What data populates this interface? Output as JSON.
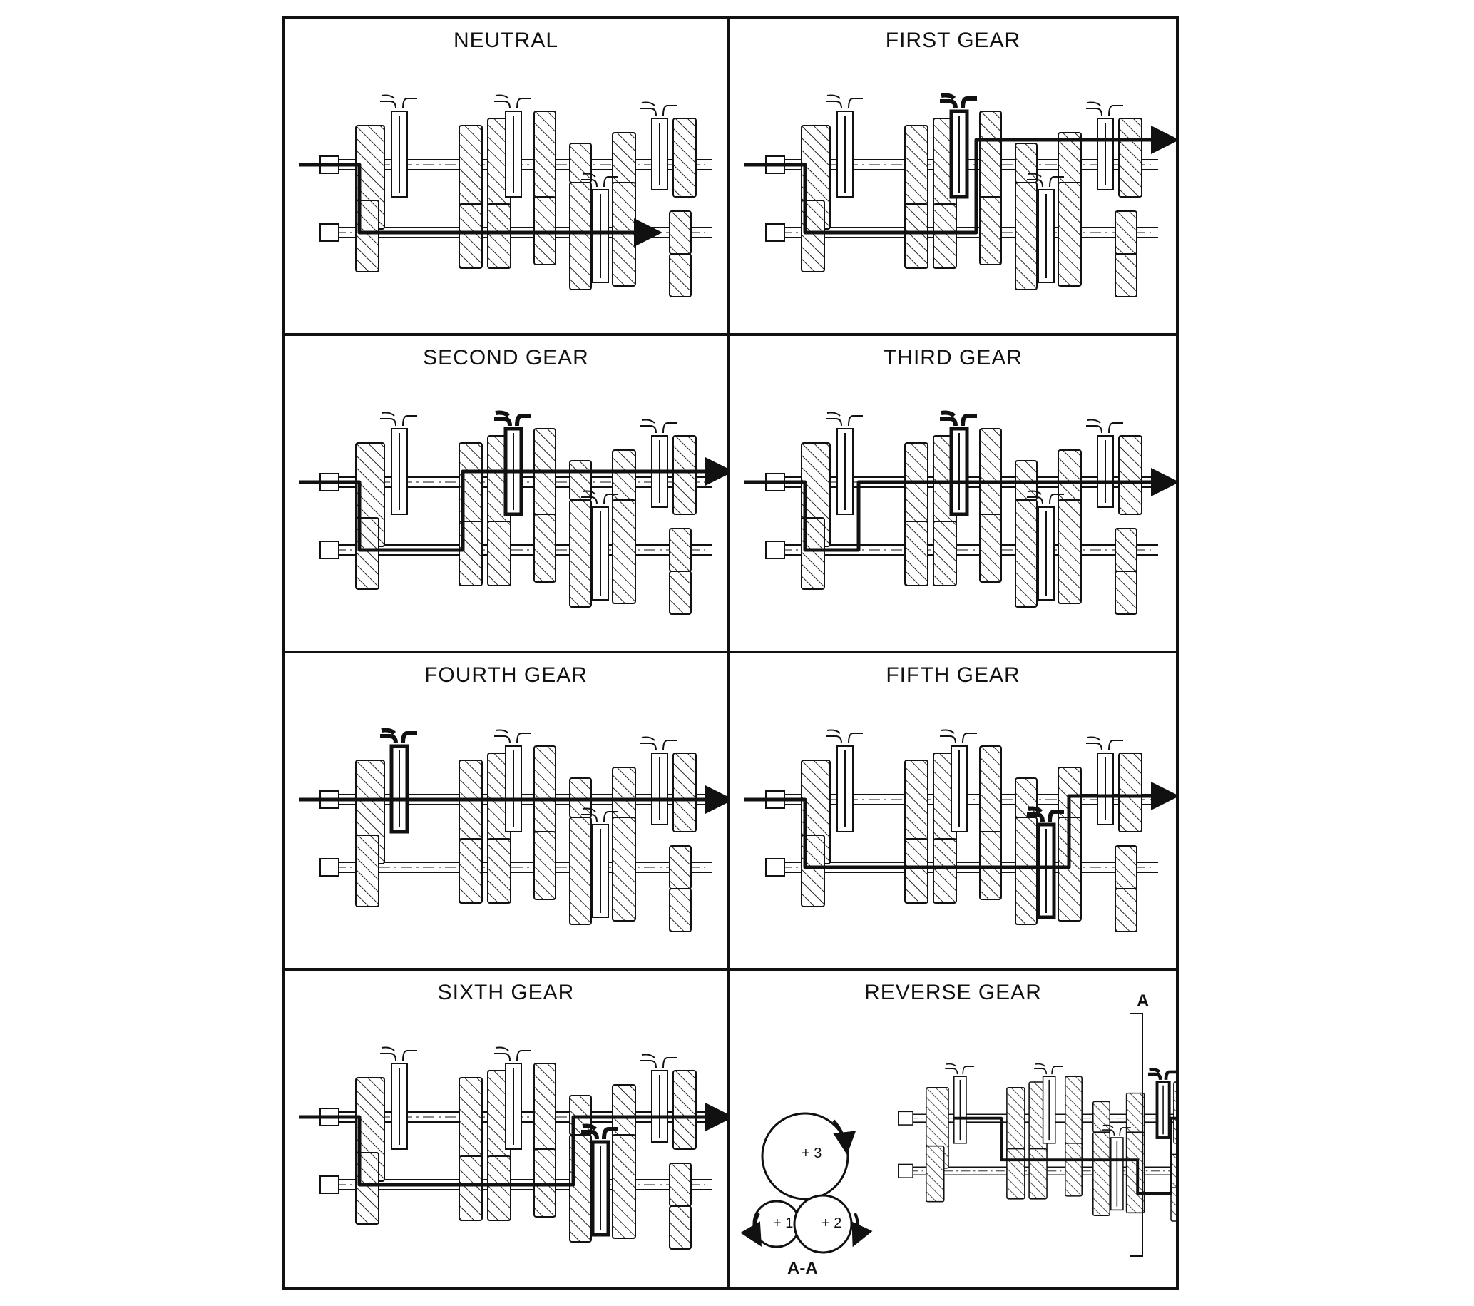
{
  "figure": {
    "panels": [
      {
        "id": "neutral",
        "title": "NEUTRAL",
        "engaged": null,
        "path": "neutral"
      },
      {
        "id": "first",
        "title": "FIRST GEAR",
        "engaged": "s2",
        "path": "first"
      },
      {
        "id": "second",
        "title": "SECOND GEAR",
        "engaged": "s2a",
        "path": "second"
      },
      {
        "id": "third",
        "title": "THIRD GEAR",
        "engaged": "s1",
        "path": "third"
      },
      {
        "id": "fourth",
        "title": "FOURTH GEAR",
        "engaged": "s0",
        "path": "fourth"
      },
      {
        "id": "fifth",
        "title": "FIFTH GEAR",
        "engaged": "s3",
        "path": "fifth"
      },
      {
        "id": "sixth",
        "title": "SIXTH GEAR",
        "engaged": "s3b",
        "path": "sixth"
      },
      {
        "id": "reverse",
        "title": "REVERSE GEAR",
        "engaged": "s4",
        "path": "reverse"
      }
    ],
    "section_view": {
      "cut_label": "A",
      "view_label": "A-A",
      "gear_labels": [
        "1",
        "2",
        "3"
      ]
    }
  },
  "colors": {
    "line": "#111111",
    "paper": "#ffffff",
    "hatch": "#222222"
  }
}
